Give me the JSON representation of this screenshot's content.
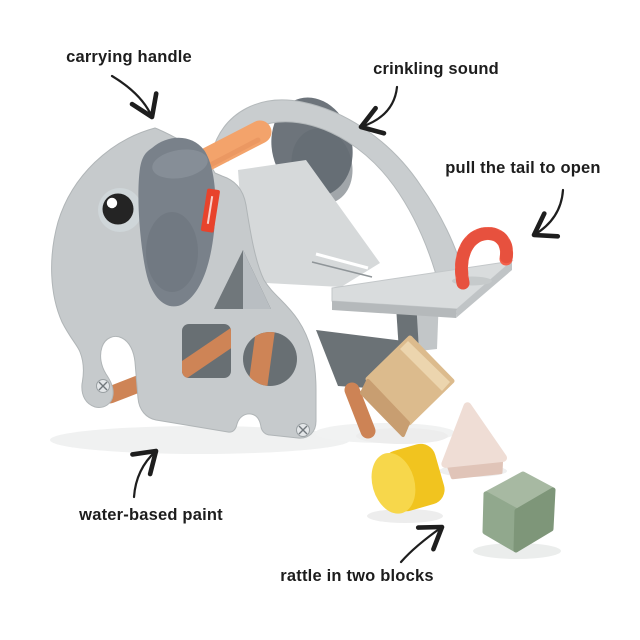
{
  "scene": {
    "type": "annotated product photo",
    "background": "#ffffff",
    "subject": "Grey wooden elephant activity shape-sorter toy with fabric ears, orange carrying handle, pull-out tail tray and four wooden blocks"
  },
  "annotations": [
    {
      "id": "carrying-handle",
      "label": "carrying handle"
    },
    {
      "id": "crinkling-sound",
      "label": "crinkling sound"
    },
    {
      "id": "pull-the-tail",
      "label": "pull the tail to open"
    },
    {
      "id": "water-based-paint",
      "label": "water-based paint"
    },
    {
      "id": "rattle-in-two-blocks",
      "label": "rattle in two blocks"
    }
  ],
  "toy": {
    "name": "elephant shape sorter",
    "parts": [
      "carrying handle bar",
      "crinkle fabric ear (near)",
      "crinkle fabric ear (far)",
      "eye",
      "red care tag",
      "triangle hole",
      "square hole",
      "round hole",
      "sloped back lid",
      "fold-out tail tray",
      "braided coral tail",
      "orange wheel dowels",
      "screws"
    ],
    "blocks": [
      "natural wood cube",
      "pink triangle prism",
      "yellow cylinder",
      "green cube"
    ]
  },
  "colors": {
    "body_grey": "#c6cacc",
    "lid_grey": "#d6d9da",
    "interior_dark": "#6b7276",
    "ear_grey": "#79818a",
    "handle_orange": "#f3a36b",
    "dowel_orange": "#ce8456",
    "tail_coral": "#f4604a",
    "tag_red": "#e8432c",
    "eye_ring": "#cfd6d9",
    "eye_black": "#222222",
    "block_wood": "#dcbb8d",
    "block_pink": "#efddd5",
    "block_yellow": "#f1c41f",
    "block_green": "#91a88d",
    "annotation_text": "#1d1d1d",
    "arrow_ink": "#1e1e1e"
  }
}
